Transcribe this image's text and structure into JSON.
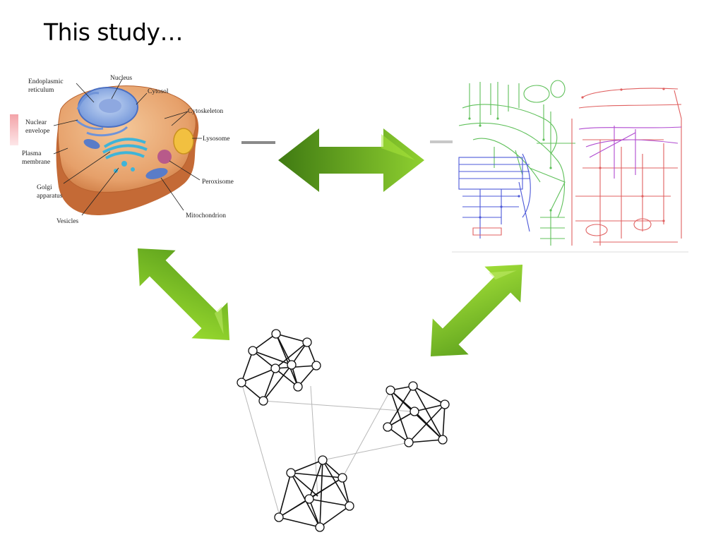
{
  "slide": {
    "title": "This study…"
  },
  "cell_diagram": {
    "labels": {
      "endoplasmic_1": "Endoplasmic",
      "endoplasmic_2": "reticulum",
      "nucleus": "Nucleus",
      "cytosol": "Cytosol",
      "cytoskeleton": "Cytoskeleton",
      "nuclear_1": "Nuclear",
      "nuclear_2": "envelope",
      "lysosome": "Lysosome",
      "plasma_1": "Plasma",
      "plasma_2": "membrane",
      "golgi_1": "Golgi",
      "golgi_2": "apparatus",
      "peroxisome": "Peroxisome",
      "vesicles": "Vesicles",
      "mitochondrion": "Mitochondrion"
    }
  },
  "colors": {
    "arrow_dark": "#3f7a12",
    "arrow_light": "#a8e43a",
    "pathway_green": "#5fc05a",
    "pathway_blue": "#4c58d8",
    "pathway_red": "#e06060",
    "pathway_purple": "#b04ad0"
  }
}
